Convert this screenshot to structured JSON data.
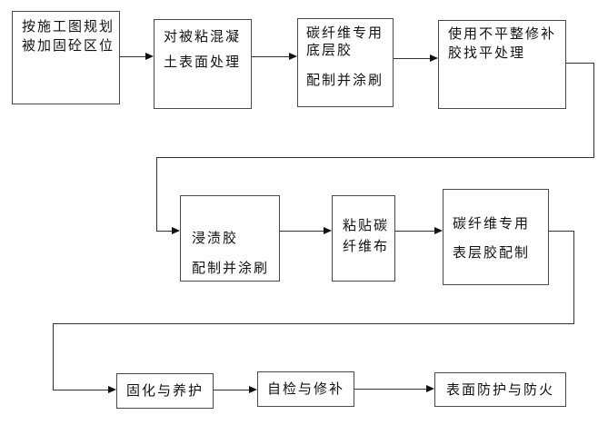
{
  "diagram": {
    "type": "flowchart",
    "language": "zh-CN",
    "colors": {
      "background": "#ffffff",
      "box_border": "#4a4a4a",
      "connector_line": "#333333",
      "arrowhead": "#111111",
      "text": "#111111"
    },
    "nodes": [
      {
        "id": "plan-area",
        "lines": [
          "按施工图规划",
          "被加固砼区位"
        ]
      },
      {
        "id": "surface-treatment",
        "lines": [
          "对被粘混凝",
          "土表面处理"
        ]
      },
      {
        "id": "primer-coating",
        "lines": [
          "碳纤维专用",
          "底层胶",
          "配制并涂刷"
        ]
      },
      {
        "id": "leveling-repair",
        "lines": [
          "使用不平整修补",
          "胶找平处理"
        ]
      },
      {
        "id": "impregnation-adhesive",
        "lines": [
          "浸渍胶",
          "配制并涂刷"
        ]
      },
      {
        "id": "paste-carbon-fiber",
        "lines": [
          "粘贴碳",
          "纤维布"
        ]
      },
      {
        "id": "top-coat-preparation",
        "lines": [
          "碳纤维专用",
          "表层胶配制"
        ]
      },
      {
        "id": "curing",
        "lines": [
          "固化与养护"
        ]
      },
      {
        "id": "self-inspection",
        "lines": [
          "自检与修补"
        ]
      },
      {
        "id": "surface-protection",
        "lines": [
          "表面防护与防火"
        ]
      }
    ],
    "edges": [
      {
        "from": "plan-area",
        "to": "surface-treatment",
        "style": "straight"
      },
      {
        "from": "surface-treatment",
        "to": "primer-coating",
        "style": "straight"
      },
      {
        "from": "primer-coating",
        "to": "leveling-repair",
        "style": "straight"
      },
      {
        "from": "leveling-repair",
        "to": "impregnation-adhesive",
        "style": "elbow"
      },
      {
        "from": "impregnation-adhesive",
        "to": "paste-carbon-fiber",
        "style": "straight"
      },
      {
        "from": "paste-carbon-fiber",
        "to": "top-coat-preparation",
        "style": "straight"
      },
      {
        "from": "top-coat-preparation",
        "to": "curing",
        "style": "elbow"
      },
      {
        "from": "curing",
        "to": "self-inspection",
        "style": "straight"
      },
      {
        "from": "self-inspection",
        "to": "surface-protection",
        "style": "straight"
      }
    ]
  }
}
